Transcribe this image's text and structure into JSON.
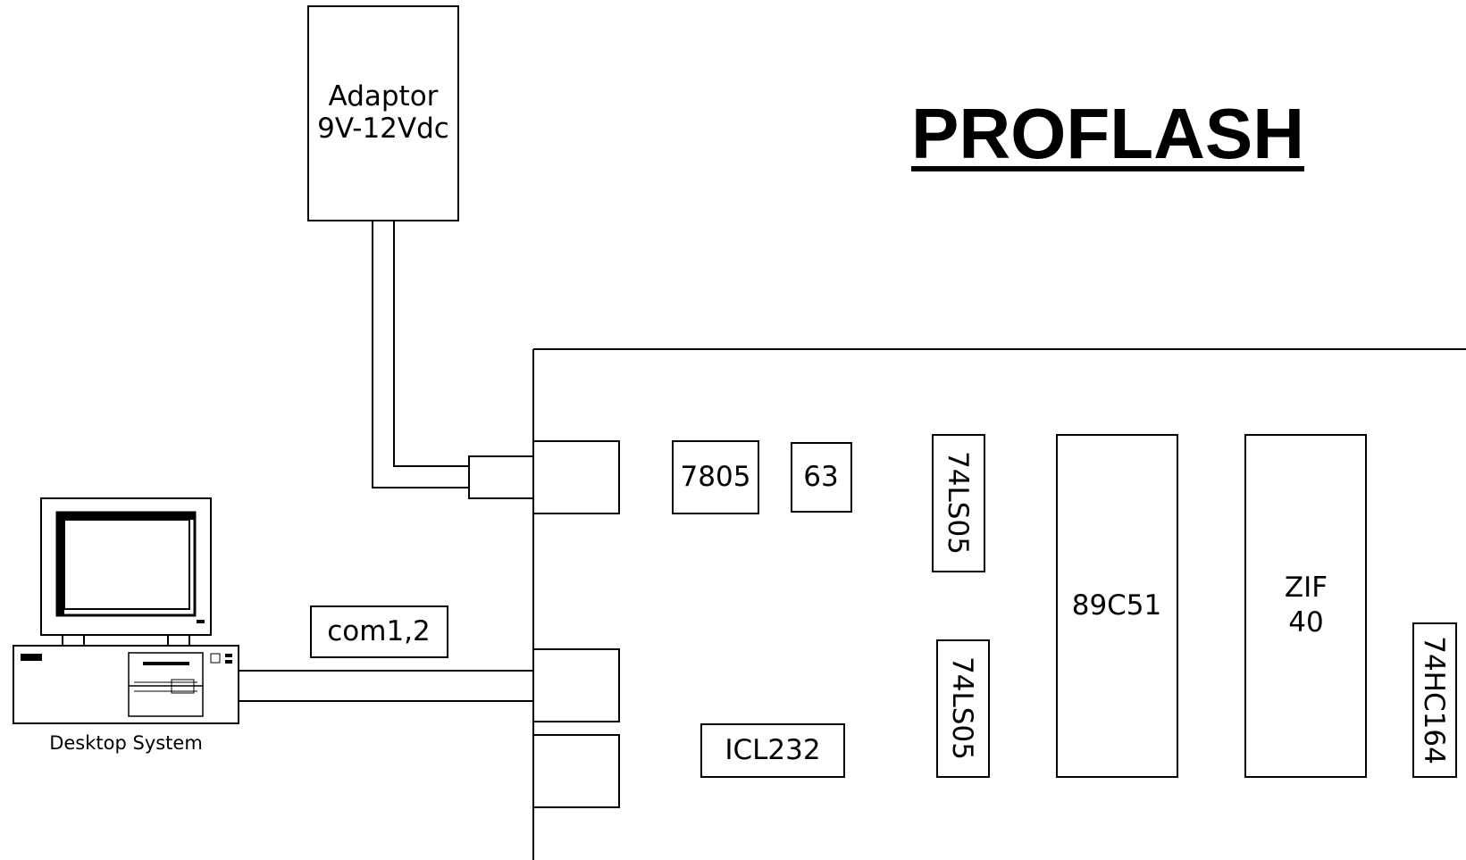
{
  "title": "PROFLASH",
  "adaptor": {
    "line1": "Adaptor",
    "line2": "9V-12Vdc"
  },
  "com_label": "com1,2",
  "desktop_label": "Desktop System",
  "components": {
    "regulator": "7805",
    "chip_63": "63",
    "ic_74ls05_top": "74LS05",
    "ic_74ls05_bottom": "74LS05",
    "mcu": "89C51",
    "zif_line1": "ZIF",
    "zif_line2": "40",
    "shift_register": "74HC164",
    "rs232": "ICL232"
  }
}
